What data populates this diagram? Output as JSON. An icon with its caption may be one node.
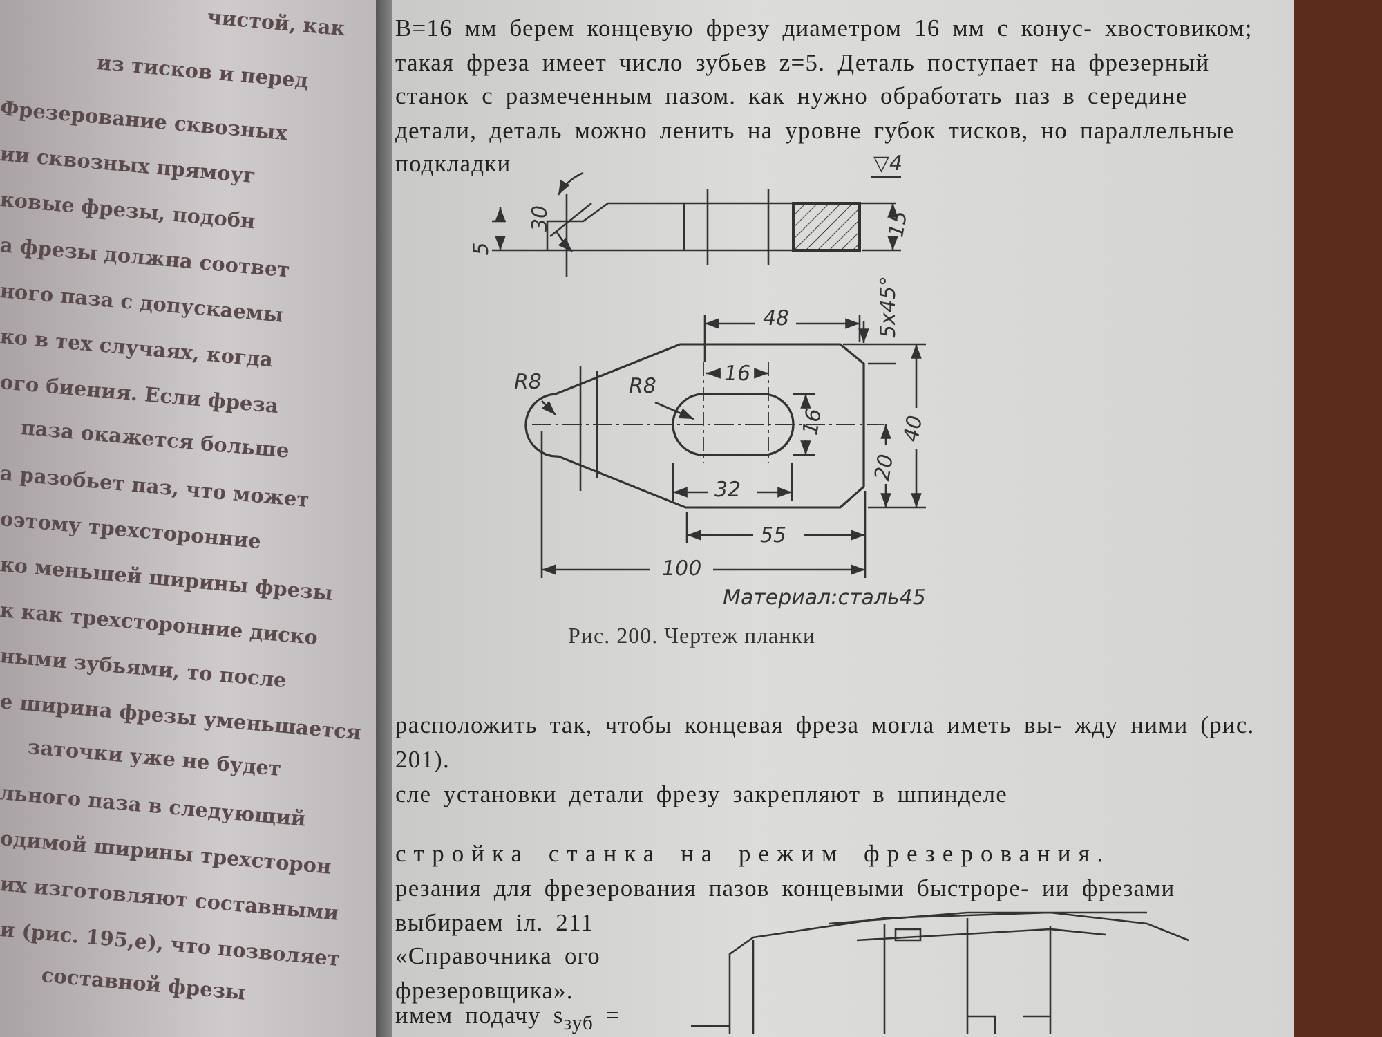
{
  "diagram": {
    "caption": "Рис. 200. Чертеж планки",
    "labels": [
      "чистой, как",
      "из тисков и перед",
      "Фрезерование сквозных",
      "ии сквозных прямоуг",
      "ковые фрезы, подобн",
      "а фрезы должна соответ",
      "ного паза с допускаемы",
      "ко в тех случаях, когда",
      "ого биения. Если фреза",
      "паза окажется больше",
      "а разобьет паз, что может",
      "оэтому трехсторонние",
      "ко меньшей ширины фрезы",
      "к как трехсторонние диско",
      "ными зубьями, то после",
      "е ширина фрезы уменьшается",
      "заточки уже не будет",
      "льного паза в следующий",
      "одимой ширины трехсторон",
      "их изготовляют составными",
      "и (рис. 195,е), что позволяет",
      "составной фрезы",
      "B=16 мм берем концевую фрезу диаметром 16 мм с конус- хвостовиком; такая фреза имеет число зубьев z=5. Деталь поступает на фрезерный станок с размеченным пазом. как нужно обработать паз в середине детали, деталь можно ленить на уровне губок тисков, но параллельные подкладки",
      "▽4",
      "30",
      "5",
      "15",
      "48",
      "5х45°",
      "R8",
      "R8",
      "16",
      "16",
      "40",
      "20",
      "32",
      "55",
      "100",
      "Материал:сталь45",
      "расположить так, чтобы концевая фреза могла иметь вы- жду ними (рис. 201).",
      "сле установки детали фрезу закрепляют в шпинделе",
      "стройка станка на режим фрезерования.",
      "резания для фрезерования пазов концевыми быстроре- ии фрезами выбираем іл. 211 «Справочника ого фрезеровщика».",
      "имем подачу s$_{зуб}$ ="
    ]
  }
}
